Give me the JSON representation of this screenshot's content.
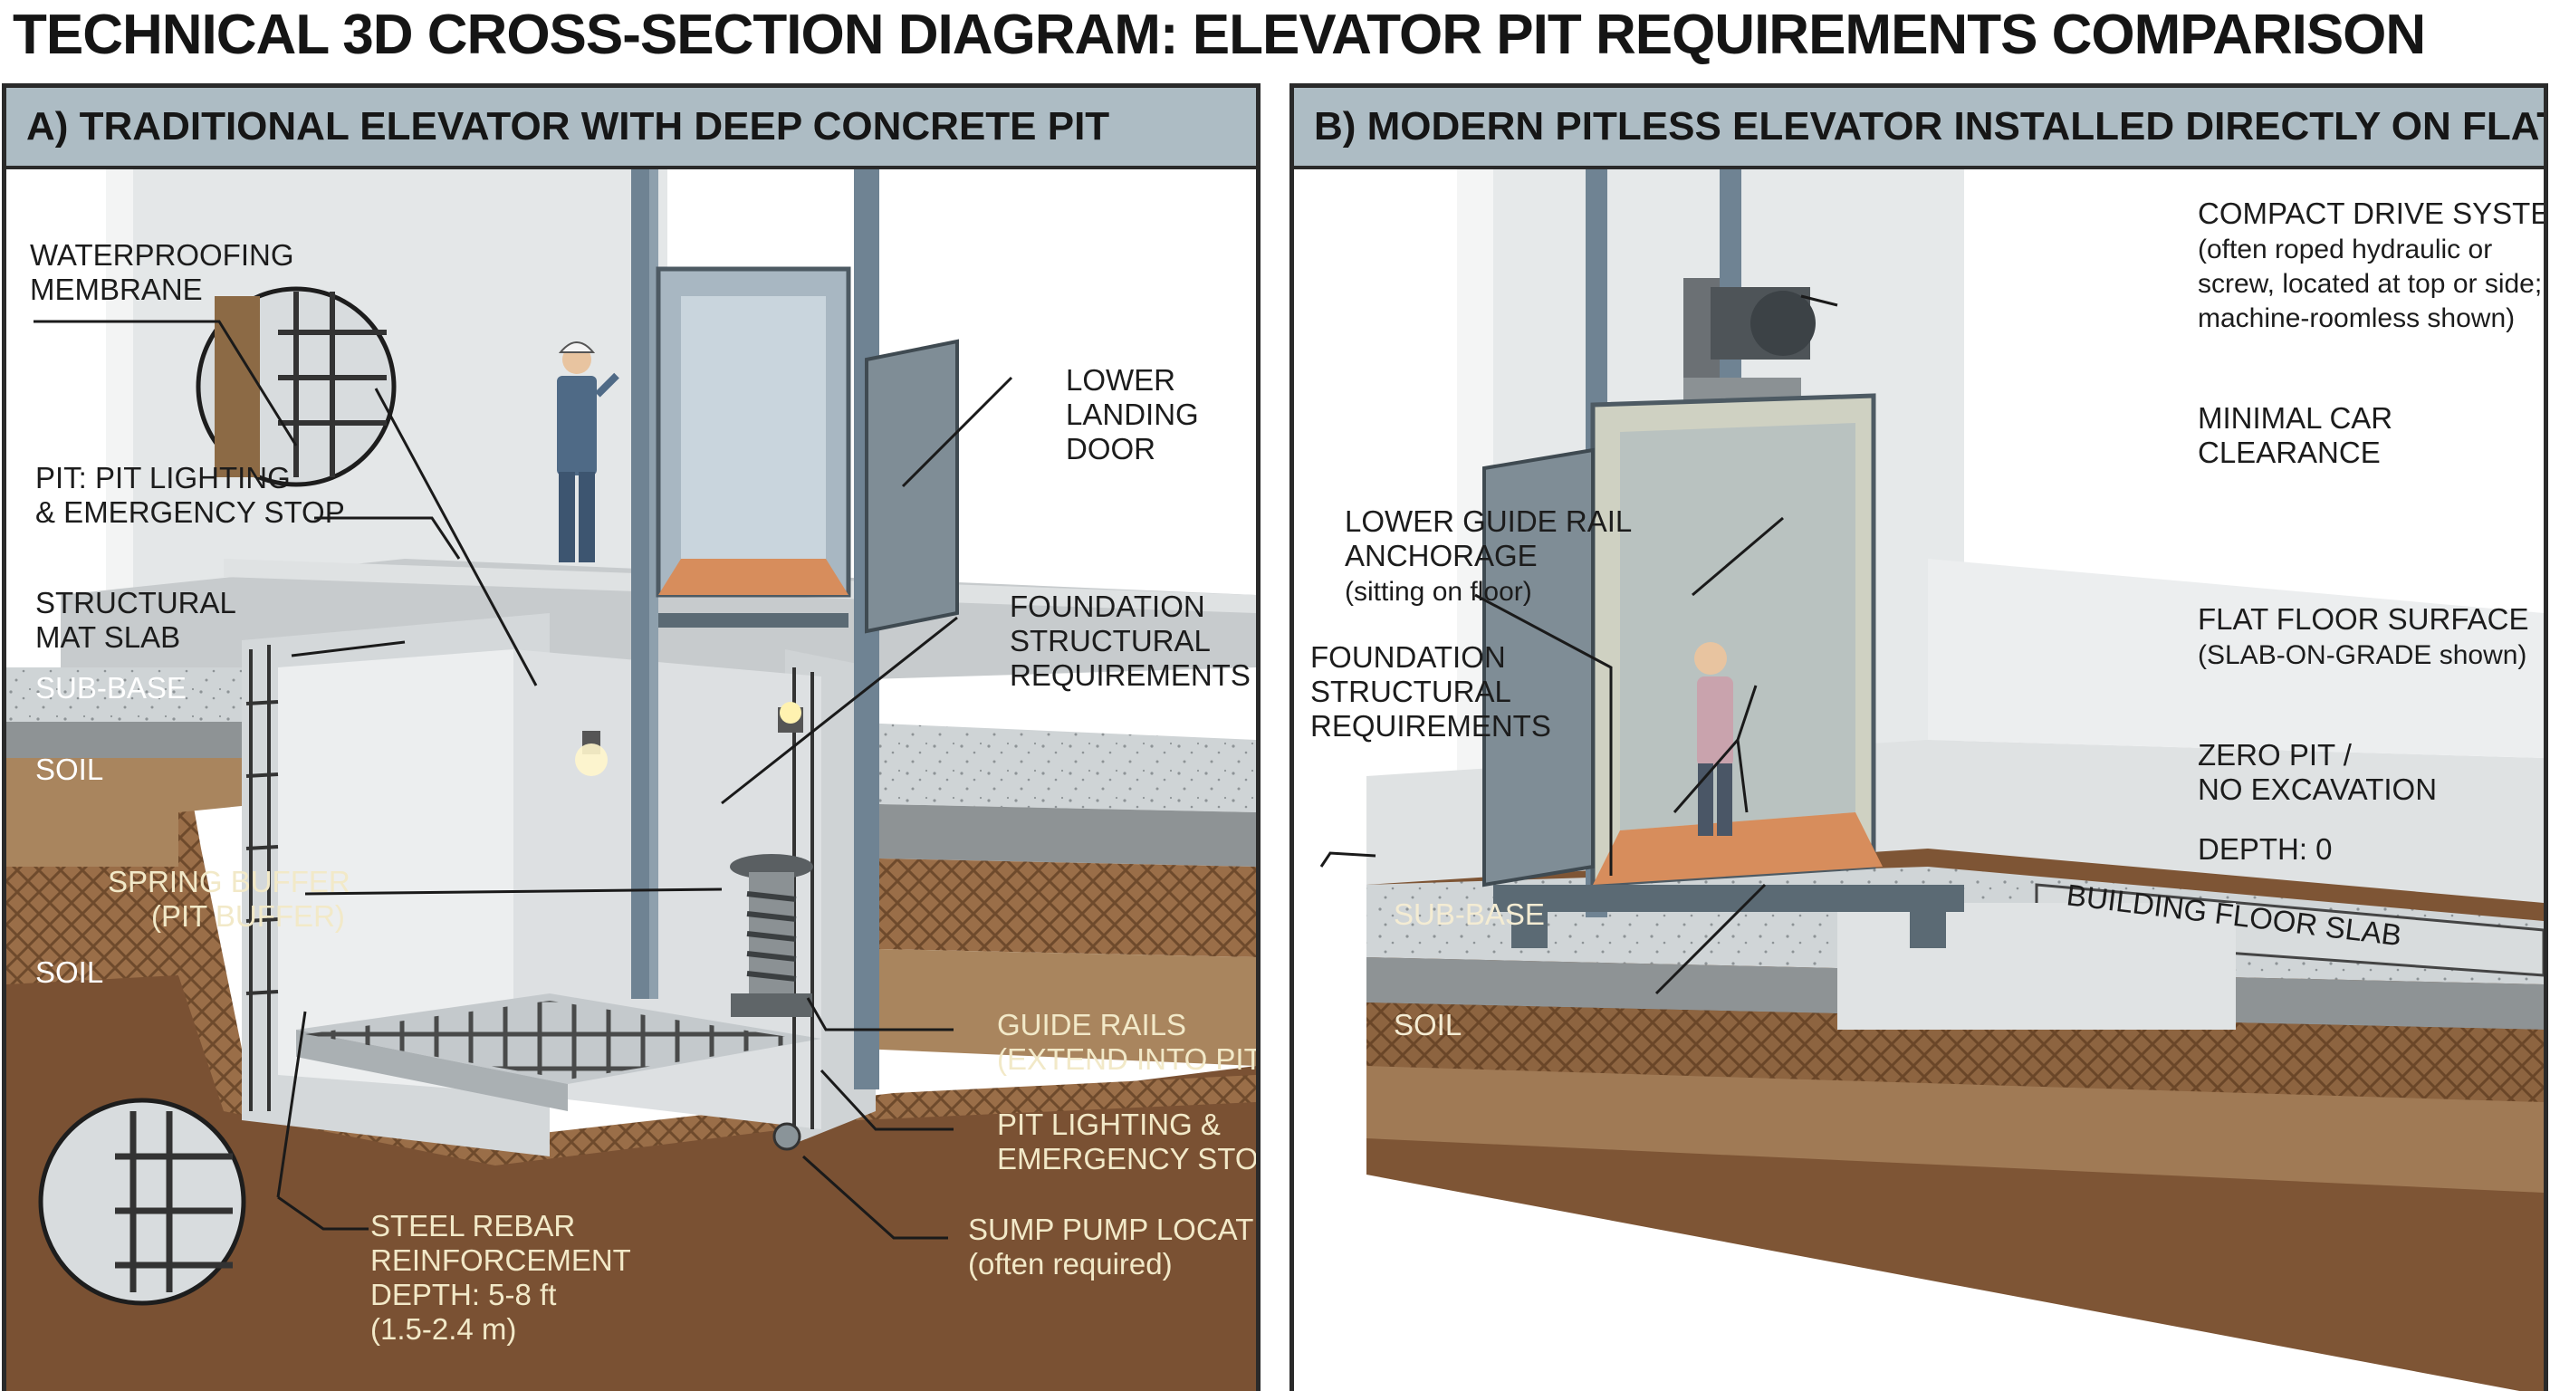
{
  "title": "TECHNICAL 3D CROSS-SECTION DIAGRAM: ELEVATOR PIT REQUIREMENTS COMPARISON",
  "panel_a": {
    "header": "A) TRADITIONAL ELEVATOR WITH DEEP CONCRETE PIT",
    "labels": {
      "waterproofing_1": "WATERPROOFING",
      "waterproofing_2": "MEMBRANE",
      "pit_light_1": "PIT: PIT LIGHTING",
      "pit_light_2": "& EMERGENCY STOP",
      "mat_slab_1": "STRUCTURAL",
      "mat_slab_2": "MAT SLAB",
      "sub_base": "SUB-BASE",
      "soil_upper": "SOIL",
      "soil_lower": "SOIL",
      "spring_1": "SPRING BUFFER",
      "spring_2": "(PIT BUFFER)",
      "lower_door_1": "LOWER",
      "lower_door_2": "LANDING",
      "lower_door_3": "DOOR",
      "foundation_1": "FOUNDATION",
      "foundation_2": "STRUCTURAL",
      "foundation_3": "REQUIREMENTS",
      "guide_1": "GUIDE RAILS",
      "guide_2": "(EXTEND INTO PIT)",
      "pit_light_r1": "PIT LIGHTING &",
      "pit_light_r2": "EMERGENCY STOP",
      "sump_1": "SUMP PUMP LOCATION",
      "sump_2": "(often required)",
      "rebar_1": "STEEL REBAR",
      "rebar_2": "REINFORCEMENT",
      "depth_1": "DEPTH: 5-8 ft",
      "depth_2": "(1.5-2.4 m)"
    }
  },
  "panel_b": {
    "header": "B) MODERN PITLESS ELEVATOR INSTALLED DIRECTLY ON FLAT FLOOR",
    "labels": {
      "drive_1": "COMPACT DRIVE SYSTEM",
      "drive_2": "(often roped hydraulic or",
      "drive_3": "screw, located at top or side;",
      "drive_4": "machine-roomless shown)",
      "clearance_1": "MINIMAL CAR",
      "clearance_2": "CLEARANCE",
      "anchor_1": "LOWER GUIDE RAIL",
      "anchor_2": "ANCHORAGE",
      "anchor_3": "(sitting on floor)",
      "floor_1": "FLAT FLOOR SURFACE",
      "floor_2": "(SLAB-ON-GRADE shown)",
      "foundation_1": "FOUNDATION",
      "foundation_2": "STRUCTURAL",
      "foundation_3": "REQUIREMENTS",
      "zero_1": "ZERO PIT /",
      "zero_2": "NO EXCAVATION",
      "depth": "DEPTH: 0",
      "slab": "BUILDING FLOOR SLAB",
      "sub_base": "SUB-BASE",
      "soil": "SOIL"
    }
  }
}
